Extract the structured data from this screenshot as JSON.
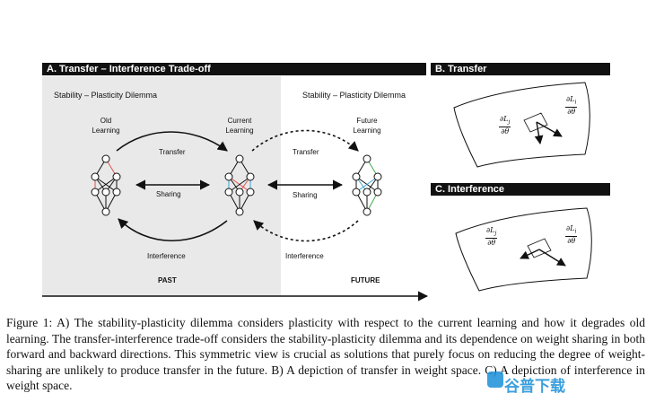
{
  "panel_a": {
    "title": "A. Transfer – Interference Trade-off",
    "left_heading": "Stability – Plasticity Dilemma",
    "right_heading": "Stability – Plasticity Dilemma",
    "nodes": {
      "old": "Old\nLearning",
      "current": "Current\nLearning",
      "future": "Future\nLearning"
    },
    "arrows": {
      "transfer_past": "Transfer",
      "transfer_future": "Transfer",
      "sharing_past": "Sharing",
      "sharing_future": "Sharing",
      "interference_past": "Interference",
      "interference_future": "Interference"
    },
    "timeline": {
      "past": "PAST",
      "future": "FUTURE"
    }
  },
  "panel_b": {
    "title": "B. Transfer",
    "grad_i": "∂L_i / ∂θ",
    "grad_j": "∂L_j / ∂θ"
  },
  "panel_c": {
    "title": "C. Interference",
    "grad_i": "∂L_i / ∂θ",
    "grad_j": "∂L_j / ∂θ"
  },
  "caption": "Figure 1: A) The stability-plasticity dilemma considers plasticity with respect to the current learning and how it degrades old learning. The transfer-interference trade-off considers the stability-plasticity dilemma and its dependence on weight sharing in both forward and backward directions. This symmetric view is crucial as solutions that purely focus on reducing the degree of weight-sharing are unlikely to produce transfer in the future. B) A depiction of transfer in weight space. C) A depiction of interference in weight space.",
  "watermark": "谷普下载",
  "colors": {
    "banner": "#111111",
    "past_bg": "#e9e9e9",
    "red_edge": "#d9534f",
    "blue_edge": "#3ba3d8",
    "green_edge": "#3cae4a"
  }
}
